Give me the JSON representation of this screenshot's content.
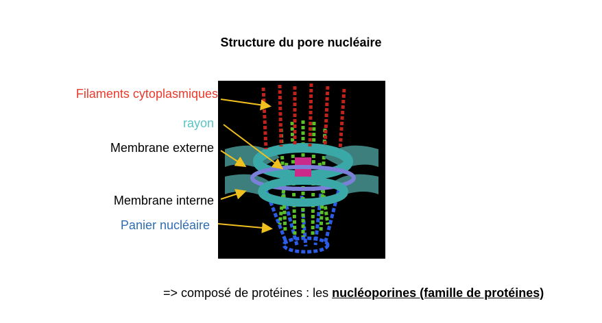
{
  "title": "Structure du pore nucléaire",
  "labels": {
    "filaments": "Filaments cytoplasmiques",
    "rayon": "rayon",
    "membrane_externe": "Membrane externe",
    "membrane_interne": "Membrane interne",
    "panier": "Panier nucléaire"
  },
  "colors": {
    "filaments": "#e8392b",
    "rayon": "#5bc4c4",
    "membrane": "#000000",
    "panier": "#2e6db4",
    "arrow": "#f0c020"
  },
  "footer": {
    "prefix": "=> composé de protéines : les ",
    "emphasis": "nucléoporines (famille de protéines)"
  }
}
